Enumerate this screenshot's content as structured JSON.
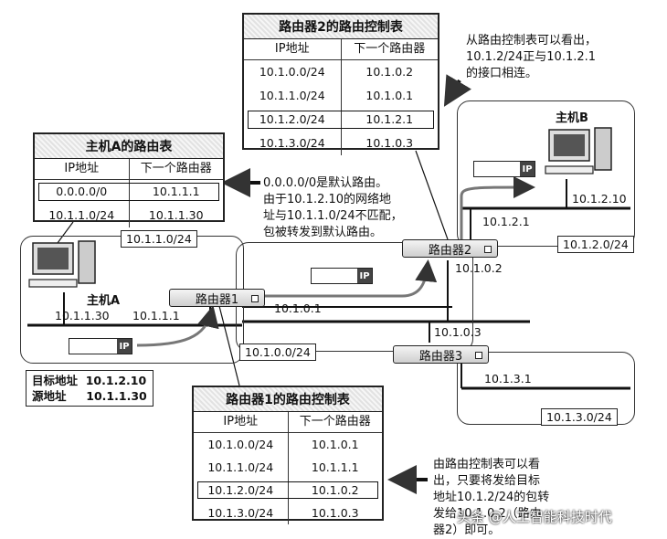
{
  "router2_table": {
    "title": "路由器2的路由控制表",
    "col_ip": "IP地址",
    "col_next": "下一个路由器",
    "rows": [
      {
        "ip": "10.1.0.0/24",
        "next": "10.1.0.2"
      },
      {
        "ip": "10.1.1.0/24",
        "next": "10.1.0.1"
      },
      {
        "ip": "10.1.2.0/24",
        "next": "10.1.2.1"
      },
      {
        "ip": "10.1.3.0/24",
        "next": "10.1.0.3"
      }
    ]
  },
  "hostA_table": {
    "title": "主机A的路由表",
    "col_ip": "IP地址",
    "col_next": "下一个路由器",
    "rows": [
      {
        "ip": "0.0.0.0/0",
        "next": "10.1.1.1"
      },
      {
        "ip": "10.1.1.0/24",
        "next": "10.1.1.30"
      }
    ]
  },
  "router1_table": {
    "title": "路由器1的路由控制表",
    "col_ip": "IP地址",
    "col_next": "下一个路由器",
    "rows": [
      {
        "ip": "10.1.0.0/24",
        "next": "10.1.0.1"
      },
      {
        "ip": "10.1.1.0/24",
        "next": "10.1.1.1"
      },
      {
        "ip": "10.1.2.0/24",
        "next": "10.1.0.2"
      },
      {
        "ip": "10.1.3.0/24",
        "next": "10.1.0.3"
      }
    ]
  },
  "notes": {
    "router2_note": [
      "从路由控制表可以看出，",
      "10.1.2/24正与10.1.2.1",
      "的接口相连。"
    ],
    "default_note": [
      "0.0.0.0/0是默认路由。",
      "由于10.1.2.10的网络地",
      "址与10.1.1.0/24不匹配，",
      "包被转发到默认路由。"
    ],
    "router1_note": [
      "由路由控制表可以看",
      "出，只要将发给目标",
      "地址10.1.2/24的包转",
      "发给10.1.0.2（路由",
      "器2）即可。"
    ]
  },
  "hosts": {
    "hostA": "主机A",
    "hostB": "主机B"
  },
  "routers": {
    "r1": "路由器1",
    "r2": "路由器2",
    "r3": "路由器3"
  },
  "networks": {
    "net_1_1": "10.1.1.0/24",
    "net_1_2": "10.1.2.0/24",
    "net_1_0": "10.1.0.0/24",
    "net_1_3": "10.1.3.0/24"
  },
  "interfaces": {
    "hostA_if": "10.1.1.30",
    "r1_lan_if": "10.1.1.1",
    "r1_wan_if": "10.1.0.1",
    "r2_lan_if": "10.1.2.1",
    "r2_wan_if": "10.1.0.2",
    "r3_wan_if": "10.1.0.3",
    "r3_lan_if": "10.1.3.1",
    "hostB_if": "10.1.2.10"
  },
  "packet": {
    "ip_tag": "IP",
    "dst_label": "目标地址",
    "dst_value": "10.1.2.10",
    "src_label": "源地址",
    "src_value": "10.1.1.30"
  },
  "watermark": "头条 @人工智能科技时代"
}
